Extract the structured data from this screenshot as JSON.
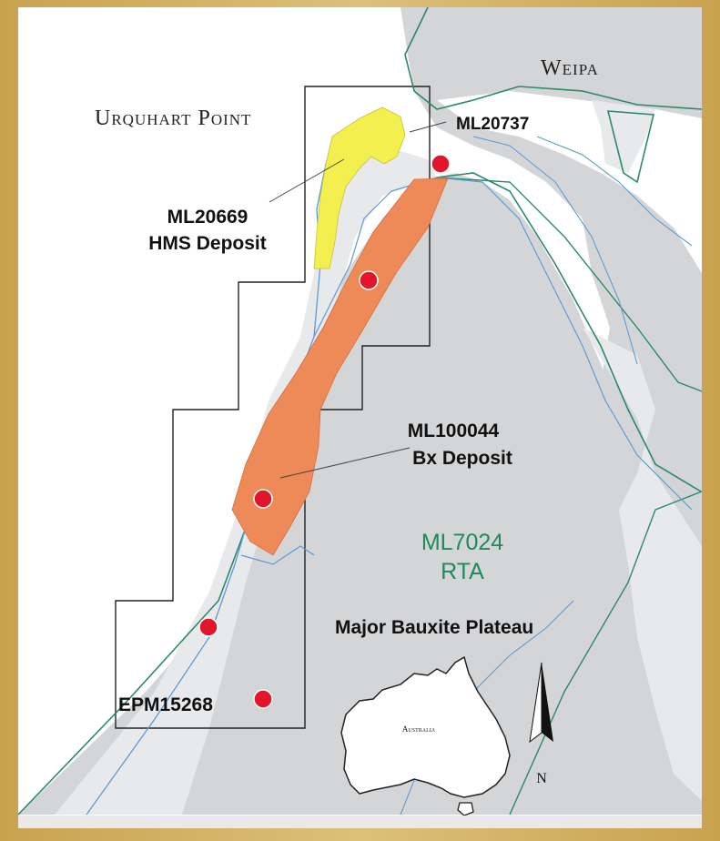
{
  "map": {
    "place_labels": {
      "weipa": "Weipa",
      "urquhart_point": "Urquhart Point"
    },
    "tenement_labels": {
      "ml20737": "ML20737",
      "ml20669_line1": "ML20669",
      "ml20669_line2": "HMS Deposit",
      "ml100044_line1": "ML100044",
      "ml100044_line2": "Bx Deposit",
      "ml7024_line1": "ML7024",
      "ml7024_line2": "RTA",
      "epm15268": "EPM15268"
    },
    "region_labels": {
      "plateau": "Major Bauxite Plateau"
    },
    "inset": {
      "label": "Australia"
    },
    "north_arrow": {
      "label": "N"
    },
    "colors": {
      "water": "#ffffff",
      "land": "#d4d5d7",
      "lowland": "#e8e9eb",
      "hms_deposit": "#f3ef4f",
      "bx_deposit": "#ee8a58",
      "tenement_line": "#2a8a6a",
      "river": "#5c9bd6",
      "drill_point": "#e3152b",
      "ml7024_text": "#1f8a5a"
    }
  }
}
